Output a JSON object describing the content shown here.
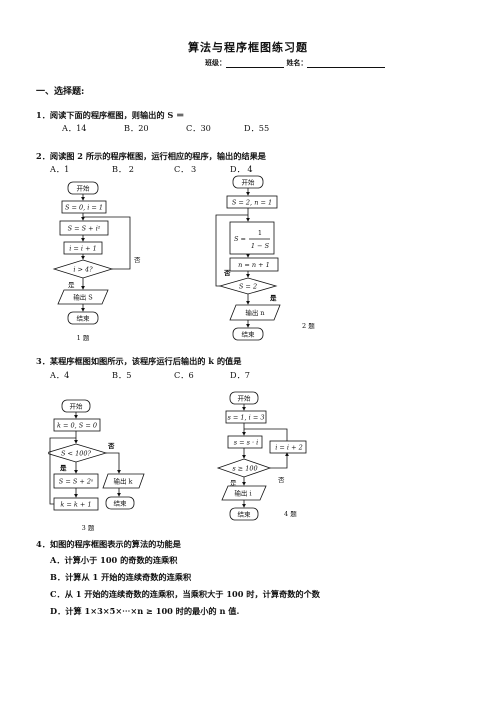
{
  "title": "算法与程序框图练习题",
  "class_label": "班级：",
  "name_label": "姓名：",
  "section1": "一、选择题:",
  "q1": {
    "stem": "1．阅读下面的程序框图，则输出的 S ＝",
    "options": [
      "A．14",
      "B．20",
      "C．30",
      "D．55"
    ]
  },
  "q2": {
    "stem": "2．阅读图 2 所示的程序框图，运行相应的程序，输出的结果是",
    "options": [
      "A．1",
      "B． 2",
      "C． 3",
      "D． 4"
    ]
  },
  "q3": {
    "stem": "3．某程序框图如图所示，该程序运行后输出的 k 的值是",
    "options": [
      "A．4",
      "B．5",
      "C．6",
      "D．7"
    ]
  },
  "q4": {
    "stem": "4．如图的程序框图表示的算法的功能是",
    "options": [
      "A．计算小于 100 的奇数的连乘积",
      "B．计算从 1 开始的连续奇数的连乘积",
      "C．从 1 开始的连续奇数的连乘积，当乘积大于 100 时，计算奇数的个数",
      "D．计算 1×3×5×⋯×n ≥ 100 时的最小的 n 值."
    ]
  },
  "flow1": {
    "start": "开始",
    "init": "S = 0, i = 1",
    "update": "S = S + i²",
    "inc": "i = i + 1",
    "cond": "i > 4?",
    "no": "否",
    "yes": "是",
    "output": "输出 S",
    "end": "结束",
    "caption": "1 题"
  },
  "flow2": {
    "start": "开始",
    "init": "S = 2, n = 1",
    "update_left": "S =",
    "update_num": "1",
    "update_den": "1 − S",
    "inc": "n = n + 1",
    "cond": "S = 2",
    "no": "否",
    "yes": "是",
    "output": "输出 n",
    "end": "结束",
    "caption": "2 题"
  },
  "flow3": {
    "start": "开始",
    "init": "k = 0, S = 0",
    "cond": "S < 100?",
    "no": "否",
    "yes": "是",
    "update": "S = S + 2ˢ",
    "inc": "k = k + 1",
    "output": "输出 k",
    "end": "结束",
    "caption": "3 题"
  },
  "flow4": {
    "start": "开始",
    "init": "s = 1, i = 3",
    "update": "s = s · i",
    "inc": "i = i + 2",
    "cond": "s ≥ 100",
    "no": "否",
    "yes": "是",
    "output": "输出 i",
    "end": "结束",
    "caption": "4 题"
  }
}
